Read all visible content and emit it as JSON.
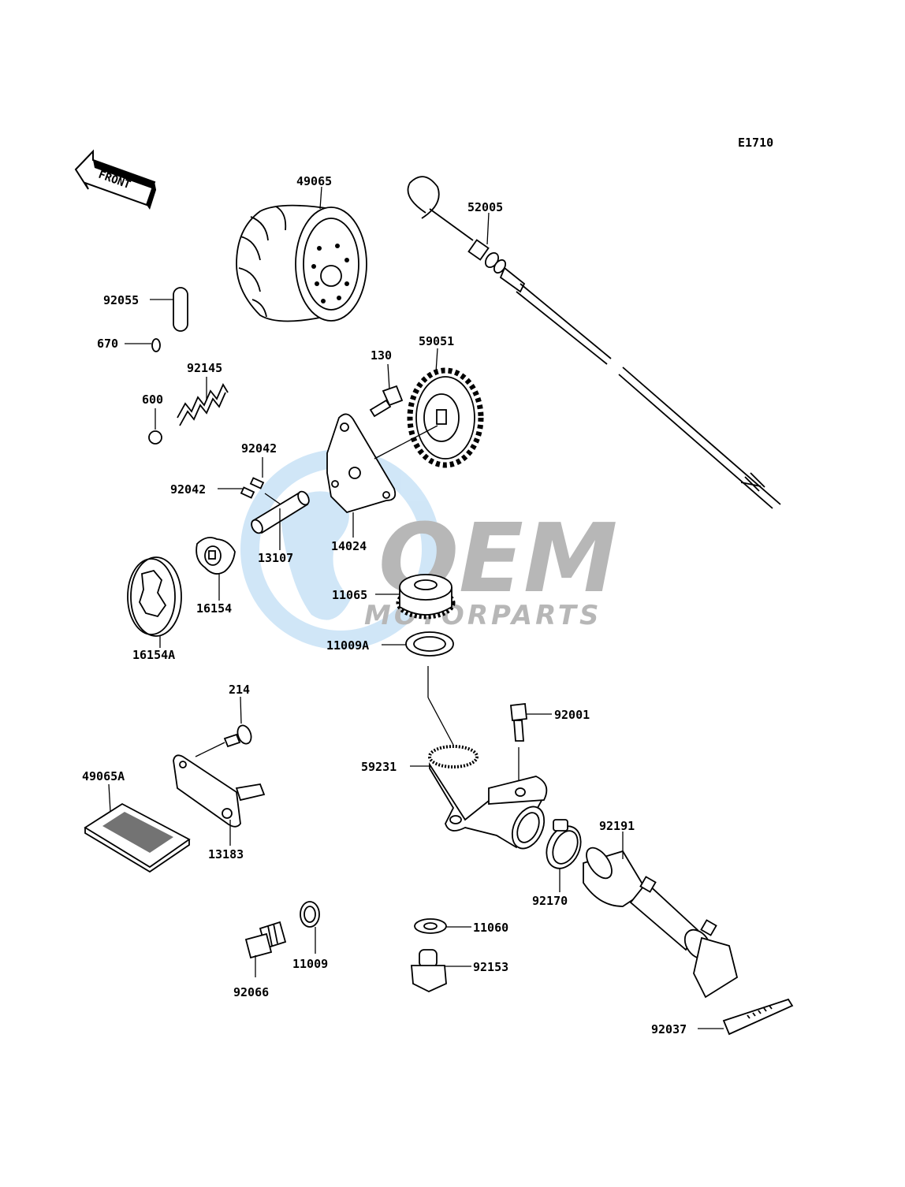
{
  "diagram_code": "E1710",
  "front_badge": "FRONT",
  "watermark": {
    "brand": "OEM",
    "sub": "MOTORPARTS"
  },
  "colors": {
    "line": "#000000",
    "watermark_blue": "#5aa9e6",
    "watermark_grey": "#6f6f6f"
  },
  "parts": {
    "p49065": "49065",
    "p52005": "52005",
    "p92055": "92055",
    "p670": "670",
    "p92145": "92145",
    "p600": "600",
    "p130": "130",
    "p59051": "59051",
    "p92042a": "92042",
    "p92042b": "92042",
    "p13107": "13107",
    "p14024": "14024",
    "p16154": "16154",
    "p16154A": "16154A",
    "p11065": "11065",
    "p11009A": "11009A",
    "p214": "214",
    "p92001": "92001",
    "p49065A": "49065A",
    "p59231": "59231",
    "p13183": "13183",
    "p92191": "92191",
    "p92170": "92170",
    "p11060": "11060",
    "p11009": "11009",
    "p92066": "92066",
    "p92153": "92153",
    "p92037": "92037"
  }
}
